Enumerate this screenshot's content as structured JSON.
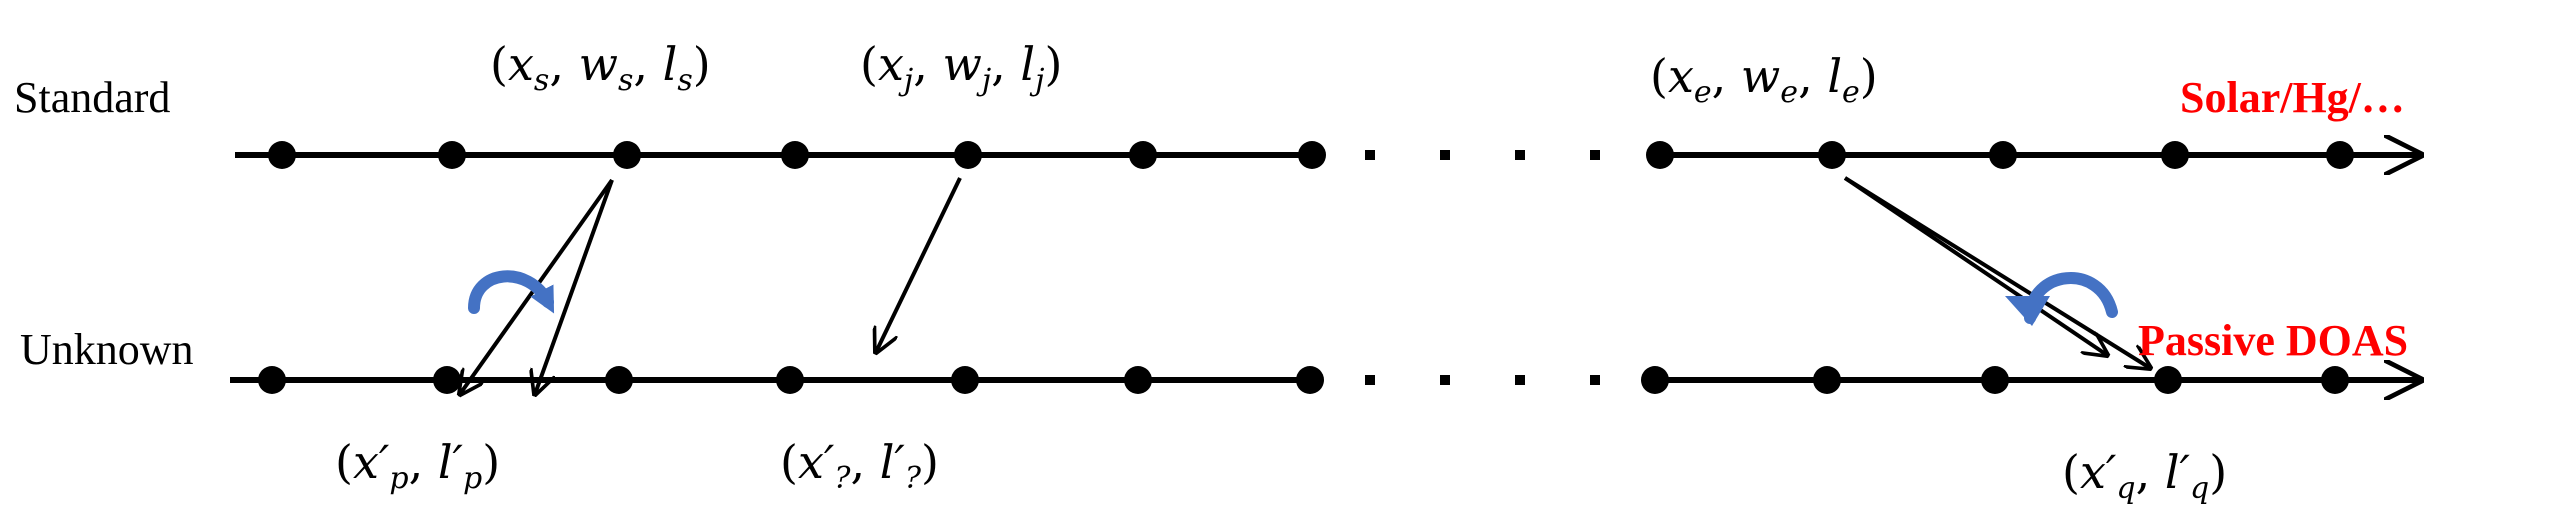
{
  "diagram": {
    "standard_label": "Standard",
    "unknown_label": "Unknown",
    "standard_tag": "Solar/Hg/…",
    "unknown_tag": "Passive DOAS",
    "tag_color": "#ff0000",
    "curved_arrow_color": "#4472c4",
    "line_color": "#000000",
    "points": {
      "s": {
        "x": "x",
        "xs": "s",
        "w": "w",
        "ws": "s",
        "l": "l",
        "ls": "s"
      },
      "j": {
        "x": "x",
        "xs": "j",
        "w": "w",
        "ws": "j",
        "l": "l",
        "ls": "j"
      },
      "e": {
        "x": "x",
        "xs": "e",
        "w": "w",
        "ws": "e",
        "l": "l",
        "ls": "e"
      },
      "p": {
        "x": "x′",
        "xs": "p",
        "l": "l′",
        "ls": "p"
      },
      "u": {
        "x": "x′",
        "xs": "?",
        "l": "l′",
        "ls": "?"
      },
      "q": {
        "x": "x′",
        "xs": "q",
        "l": "l′",
        "ls": "q"
      }
    },
    "ellipsis": "· · · ·"
  }
}
